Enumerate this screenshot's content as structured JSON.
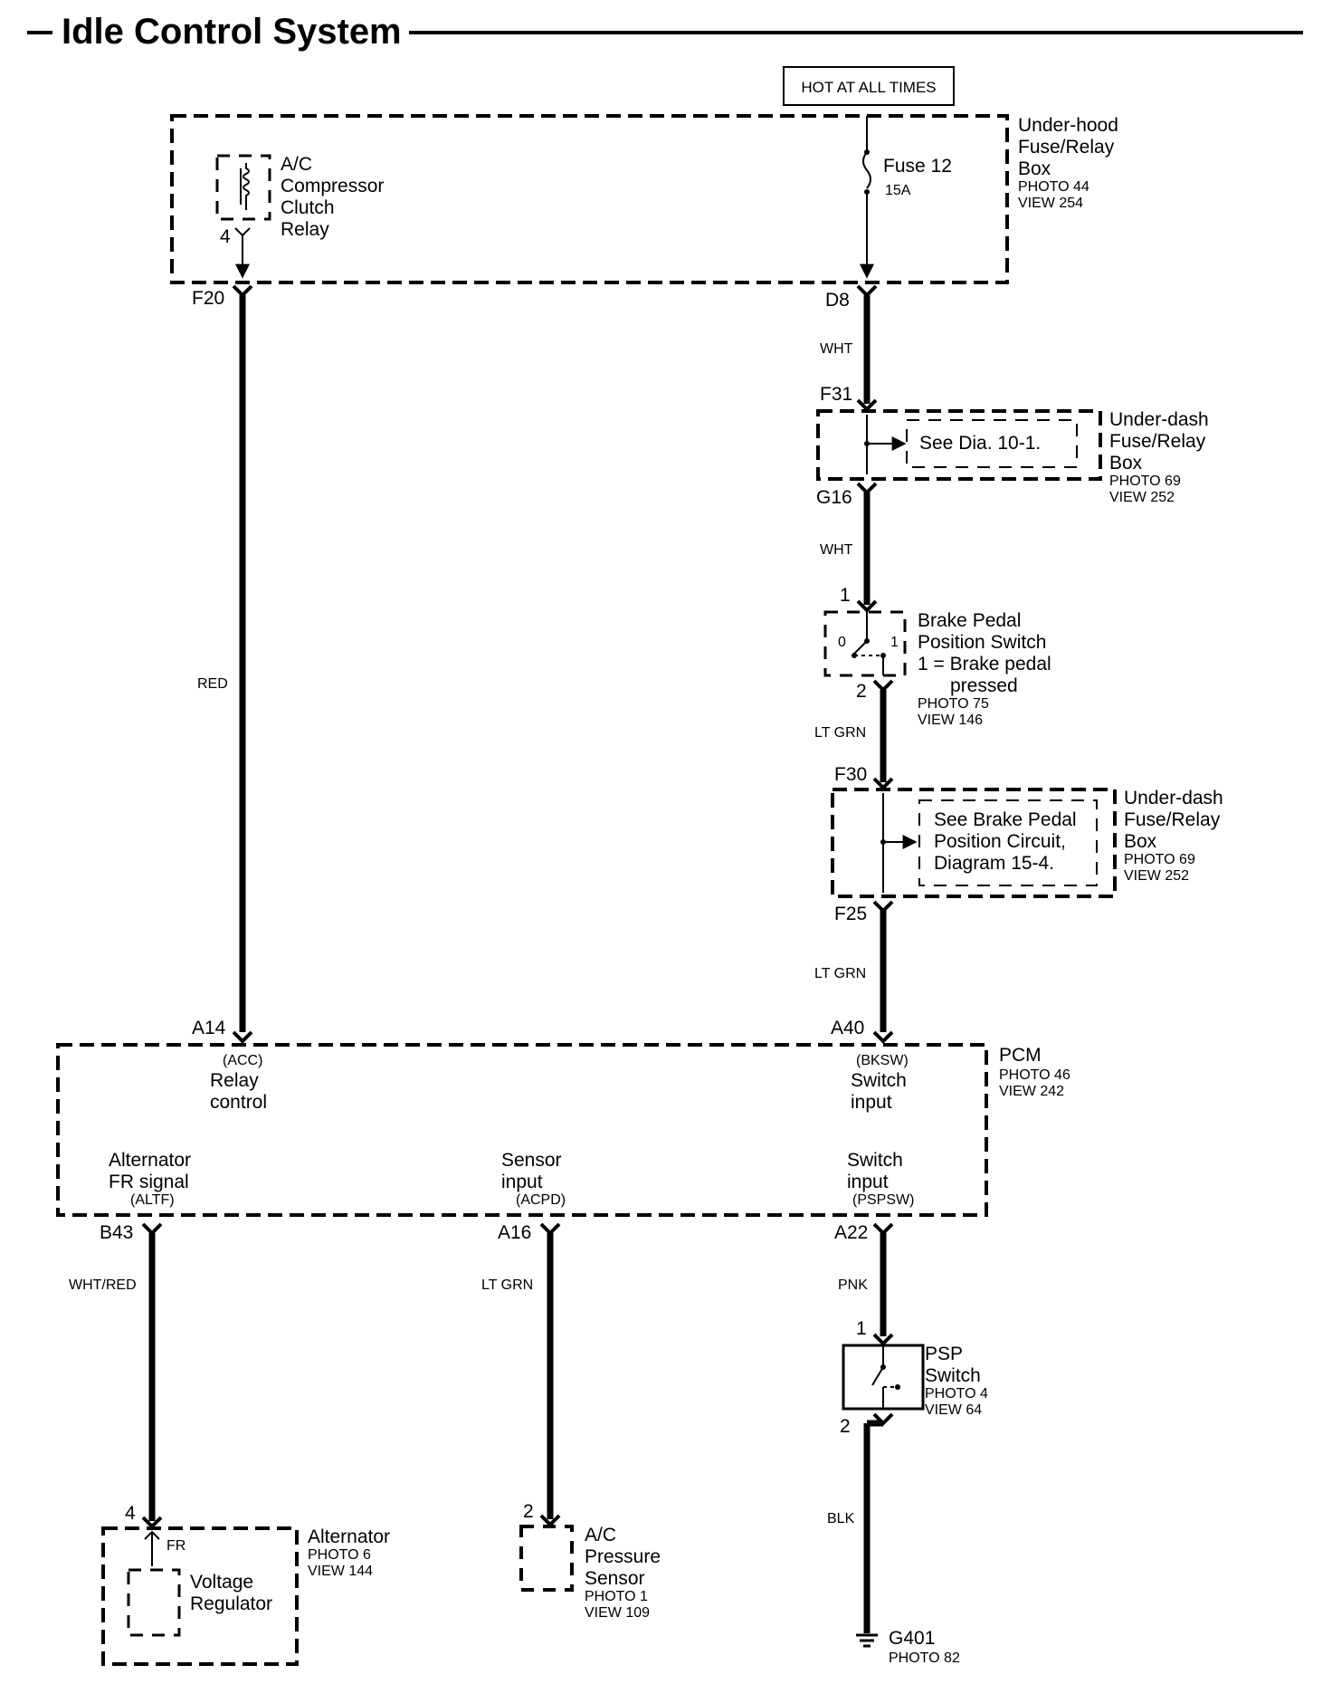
{
  "title": "Idle Control System",
  "source": "HOT AT ALL TIMES",
  "underhood_box": {
    "name": [
      "Under-hood",
      "Fuse/Relay",
      "Box"
    ],
    "photo": "PHOTO 44",
    "view": "VIEW 254",
    "fuse_name": "Fuse 12",
    "fuse_rating": "15A",
    "relay_name": [
      "A/C",
      "Compressor",
      "Clutch",
      "Relay"
    ],
    "relay_pin": "4",
    "out_left": "F20",
    "out_right": "D8"
  },
  "underdash_box_1": {
    "name": [
      "Under-dash",
      "Fuse/Relay",
      "Box"
    ],
    "photo": "PHOTO 69",
    "view": "VIEW 252",
    "pin_in": "F31",
    "pin_out": "G16",
    "ref": "See Dia. 10-1."
  },
  "brake_switch": {
    "name": [
      "Brake Pedal",
      "Position Switch",
      "1 = Brake pedal",
      "pressed"
    ],
    "photo": "PHOTO 75",
    "view": "VIEW 146",
    "pin_top": "1",
    "pin_bottom": "2",
    "pos_0": "0",
    "pos_1": "1"
  },
  "underdash_box_2": {
    "name": [
      "Under-dash",
      "Fuse/Relay",
      "Box"
    ],
    "photo": "PHOTO 69",
    "view": "VIEW 252",
    "pin_in": "F30",
    "pin_out": "F25",
    "ref": [
      "See Brake Pedal",
      "Position  Circuit,",
      "Diagram 15-4."
    ]
  },
  "pcm": {
    "name": "PCM",
    "photo": "PHOTO 46",
    "view": "VIEW 242",
    "pins": {
      "a14": "A14",
      "a40": "A40",
      "b43": "B43",
      "a16": "A16",
      "a22": "A22"
    },
    "acc": {
      "code": "(ACC)",
      "label": [
        "Relay",
        "control"
      ]
    },
    "bksw": {
      "code": "(BKSW)",
      "label": [
        "Switch",
        "input"
      ]
    },
    "altf": {
      "code": "(ALTF)",
      "label": [
        "Alternator",
        "FR signal"
      ]
    },
    "acpd": {
      "code": "(ACPD)",
      "label": [
        "Sensor",
        "input"
      ]
    },
    "pspsw": {
      "code": "(PSPSW)",
      "label": [
        "Switch",
        "input"
      ]
    }
  },
  "wires": {
    "d8_f31": "WHT",
    "g16_brake": "WHT",
    "brake_f30": "LT GRN",
    "f25_a40": "LT GRN",
    "f20_a14": "RED",
    "b43_alt": "WHT/RED",
    "a16_sensor": "LT GRN",
    "a22_psp": "PNK",
    "psp_ground": "BLK"
  },
  "psp_switch": {
    "name": [
      "PSP",
      "Switch"
    ],
    "photo": "PHOTO 4",
    "view": "VIEW 64",
    "pin_top": "1",
    "pin_bottom": "2"
  },
  "alternator": {
    "name": "Alternator",
    "photo": "PHOTO 6",
    "view": "VIEW 144",
    "pin": "4",
    "fr": "FR",
    "regulator": [
      "Voltage",
      "Regulator"
    ]
  },
  "ac_sensor": {
    "name": [
      "A/C",
      "Pressure",
      "Sensor"
    ],
    "photo": "PHOTO 1",
    "view": "VIEW 109",
    "pin": "2"
  },
  "ground": {
    "name": "G401",
    "photo": "PHOTO 82"
  }
}
